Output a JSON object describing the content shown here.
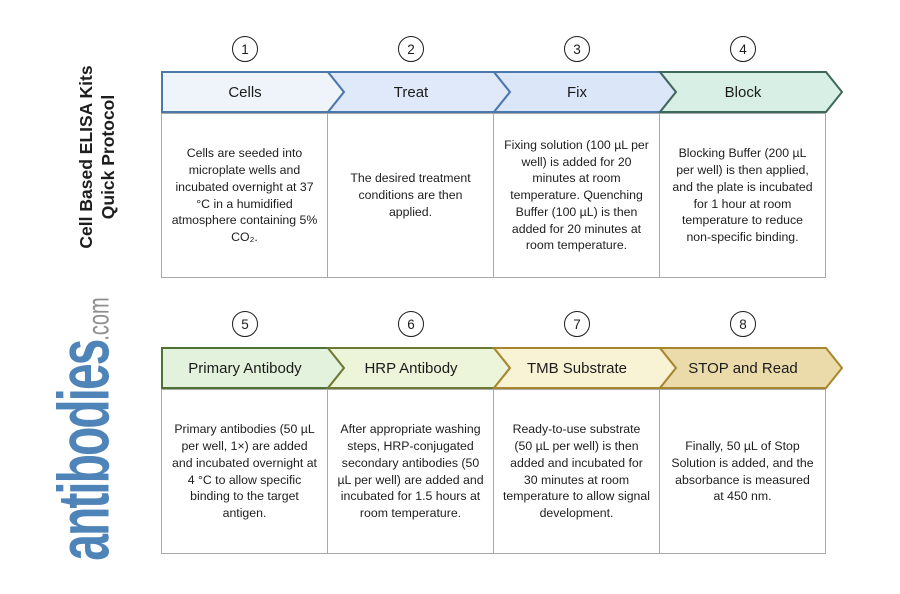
{
  "page": {
    "title_line1": "Cell Based ELISA Kits",
    "title_line2": "Quick Protocol",
    "logo_main": "antibodies",
    "logo_suffix": ".com",
    "logo_main_color": "#4e84b8",
    "logo_suffix_color": "#8f8f8f"
  },
  "rows": [
    {
      "steps": [
        {
          "number": "1",
          "label": "Cells",
          "fill": "#eef4fa",
          "stroke": "#4a78ad",
          "description": "Cells are seeded into microplate wells and incubated overnight at 37 °C in a humidified atmosphere containing 5% CO₂."
        },
        {
          "number": "2",
          "label": "Treat",
          "fill": "#dfe9f9",
          "stroke": "#4a78ad",
          "description": "The desired treatment conditions are then applied."
        },
        {
          "number": "3",
          "label": "Fix",
          "fill": "#dbe6f8",
          "stroke": "#4a78ad",
          "description": "Fixing solution (100 µL per well) is added for 20 minutes at room temperature. Quenching Buffer (100 µL) is then added for 20 minutes at room temperature."
        },
        {
          "number": "4",
          "label": "Block",
          "fill": "#d7efe5",
          "stroke": "#3e685a",
          "description": "Blocking Buffer (200 µL per well) is then applied, and the plate is incubated for 1 hour at room temperature to reduce non-specific binding."
        }
      ]
    },
    {
      "steps": [
        {
          "number": "5",
          "label": "Primary Antibody",
          "fill": "#e2f2dc",
          "stroke": "#4e7234",
          "description": "Primary antibodies (50 µL per well, 1×) are added and incubated overnight at 4 °C to allow specific binding to the target antigen."
        },
        {
          "number": "6",
          "label": "HRP Antibody",
          "fill": "#ecf4d9",
          "stroke": "#6e7a33",
          "description": "After appropriate washing steps, HRP-conjugated secondary antibodies (50 µL per well) are added and incubated for 1.5 hours at room temperature."
        },
        {
          "number": "7",
          "label": "TMB Substrate",
          "fill": "#f8f3d5",
          "stroke": "#a8862f",
          "description": "Ready-to-use substrate (50 µL per well) is then added and incubated for 30 minutes at room temperature to allow signal development."
        },
        {
          "number": "8",
          "label": "STOP and Read",
          "fill": "#ebdbab",
          "stroke": "#a8862f",
          "description": "Finally, 50 µL of Stop Solution is added, and the absorbance is measured at 450 nm."
        }
      ]
    }
  ]
}
